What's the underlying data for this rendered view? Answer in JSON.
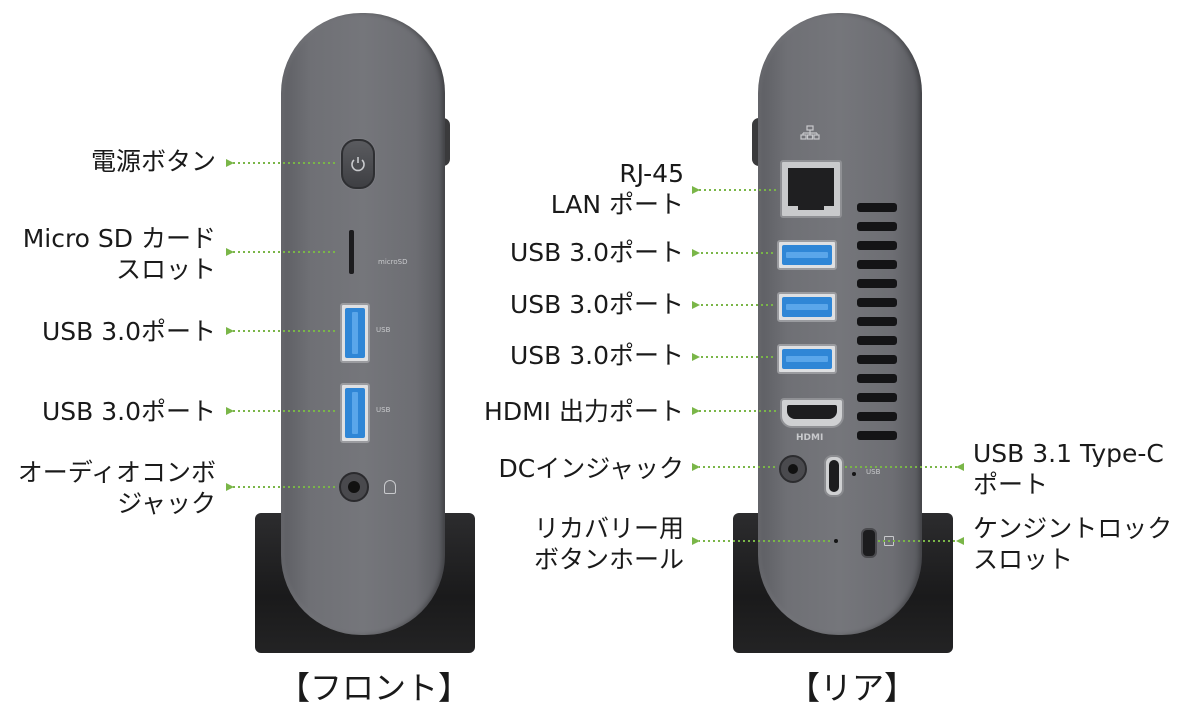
{
  "front": {
    "caption": "【フロント】",
    "labels": {
      "power": "電源ボタン",
      "sd_line1": "Micro SD カード",
      "sd_line2": "スロット",
      "usb1": "USB 3.0ポート",
      "usb2": "USB 3.0ポート",
      "audio_line1": "オーディオコンボ",
      "audio_line2": "ジャック"
    },
    "port_marks": {
      "sd": "microSD",
      "usb1": "USB",
      "usb2": "USB"
    }
  },
  "rear": {
    "caption": "【リア】",
    "labels": {
      "rj45_line1": "RJ-45",
      "rj45_line2": "LAN ポート",
      "usb1": "USB 3.0ポート",
      "usb2": "USB 3.0ポート",
      "usb3": "USB 3.0ポート",
      "hdmi": "HDMI 出力ポート",
      "dc": "DCインジャック",
      "recovery_line1": "リカバリー用",
      "recovery_line2": "ボタンホール",
      "usbc_line1": "USB 3.1 Type-C",
      "usbc_line2": "ポート",
      "kensington_line1": "ケンジントロック",
      "kensington_line2": "スロット"
    },
    "port_marks": {
      "hdmi": "HDMI",
      "usbc": "USB"
    }
  },
  "colors": {
    "leader_line": "#7ab648",
    "device_body": "#6f7075",
    "usb_blue": "#2f86d6",
    "text": "#1a1a1a"
  }
}
